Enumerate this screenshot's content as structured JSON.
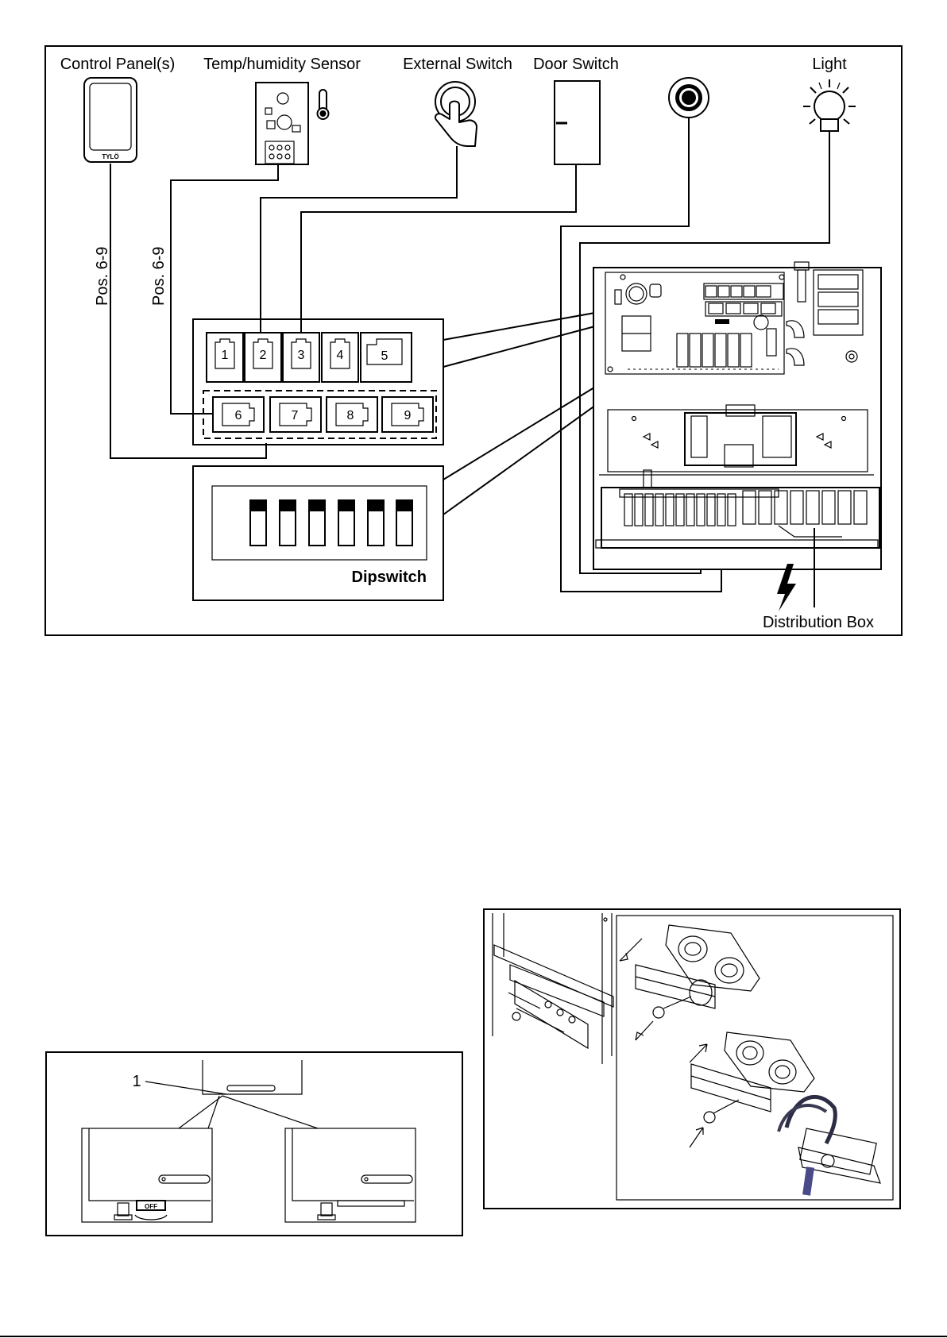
{
  "wiring": {
    "labels": {
      "control_panel": "Control Panel(s)",
      "sensor": "Temp/humidity Sensor",
      "external_switch": "External Switch",
      "door_switch": "Door Switch",
      "light": "Light",
      "pos_left": "Pos. 6-9",
      "pos_right": "Pos. 6-9",
      "dipswitch": "Dipswitch",
      "distribution_box": "Distribution Box"
    },
    "panel_logo": "TYLÖ",
    "top_ports": [
      "1",
      "2",
      "3",
      "4",
      "5"
    ],
    "bottom_ports": [
      "6",
      "7",
      "8",
      "9"
    ]
  },
  "bottom_left": {
    "callout": "1",
    "switch_label": "OFF"
  }
}
